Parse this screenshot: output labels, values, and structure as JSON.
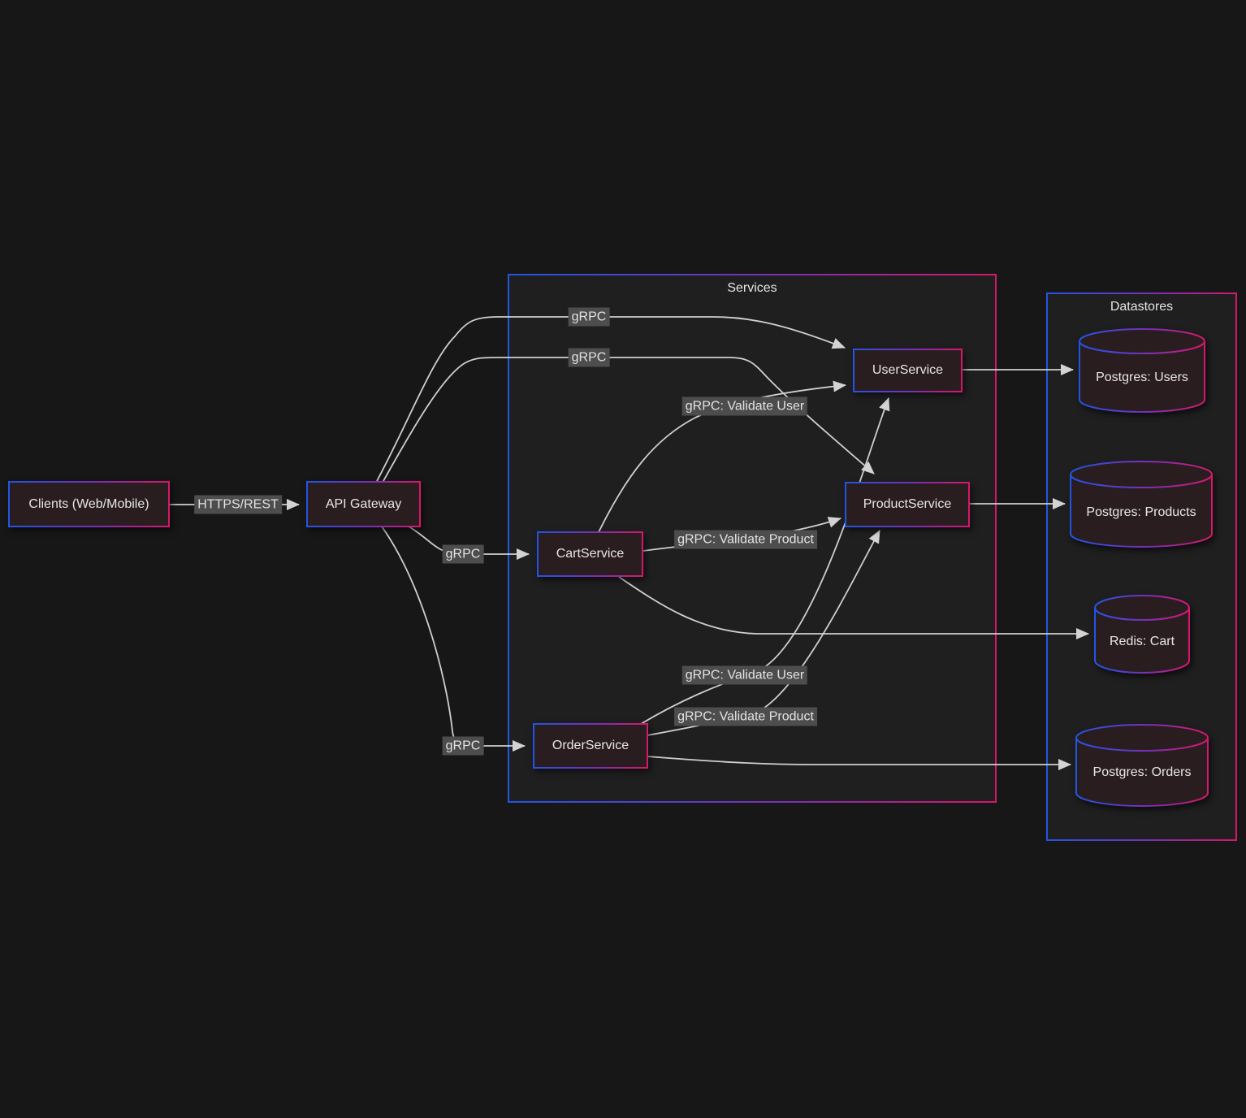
{
  "diagram": {
    "type": "flowchart",
    "direction": "LR",
    "subgraphs": {
      "services": {
        "title": "Services"
      },
      "datastores": {
        "title": "Datastores"
      }
    },
    "nodes": {
      "clients": {
        "label": "Clients (Web/Mobile)",
        "shape": "rect"
      },
      "api_gateway": {
        "label": "API Gateway",
        "shape": "rect"
      },
      "user_service": {
        "label": "UserService",
        "shape": "rect"
      },
      "product_service": {
        "label": "ProductService",
        "shape": "rect"
      },
      "cart_service": {
        "label": "CartService",
        "shape": "rect"
      },
      "order_service": {
        "label": "OrderService",
        "shape": "rect"
      },
      "pg_users": {
        "label": "Postgres: Users",
        "shape": "cylinder"
      },
      "pg_products": {
        "label": "Postgres: Products",
        "shape": "cylinder"
      },
      "redis_cart": {
        "label": "Redis: Cart",
        "shape": "cylinder"
      },
      "pg_orders": {
        "label": "Postgres: Orders",
        "shape": "cylinder"
      }
    },
    "edges": {
      "clients_gateway": {
        "from": "clients",
        "to": "api_gateway",
        "label": "HTTPS/REST"
      },
      "gateway_user": {
        "from": "api_gateway",
        "to": "user_service",
        "label": "gRPC"
      },
      "gateway_product": {
        "from": "api_gateway",
        "to": "product_service",
        "label": "gRPC"
      },
      "gateway_cart": {
        "from": "api_gateway",
        "to": "cart_service",
        "label": "gRPC"
      },
      "gateway_order": {
        "from": "api_gateway",
        "to": "order_service",
        "label": "gRPC"
      },
      "cart_user": {
        "from": "cart_service",
        "to": "user_service",
        "label": "gRPC: Validate User"
      },
      "cart_product": {
        "from": "cart_service",
        "to": "product_service",
        "label": "gRPC: Validate Product"
      },
      "order_user": {
        "from": "order_service",
        "to": "user_service",
        "label": "gRPC: Validate User"
      },
      "order_product": {
        "from": "order_service",
        "to": "product_service",
        "label": "gRPC: Validate Product"
      },
      "user_pg_users": {
        "from": "user_service",
        "to": "pg_users",
        "label": ""
      },
      "product_pg_products": {
        "from": "product_service",
        "to": "pg_products",
        "label": ""
      },
      "cart_redis": {
        "from": "cart_service",
        "to": "redis_cart",
        "label": ""
      },
      "order_pg_orders": {
        "from": "order_service",
        "to": "pg_orders",
        "label": ""
      }
    },
    "colors": {
      "background": "#171717",
      "subgraph_fill": "#1f1f20",
      "node_fill": "#2a1d20",
      "border_gradient_start": "#2255e4",
      "border_gradient_mid": "#7a2fb8",
      "border_gradient_end": "#d6186b",
      "edge_line": "#cfcfcf",
      "arrowhead": "#d3d3d3",
      "edge_label_bg": "#4d4d4d",
      "text": "#e6e6e6"
    }
  }
}
